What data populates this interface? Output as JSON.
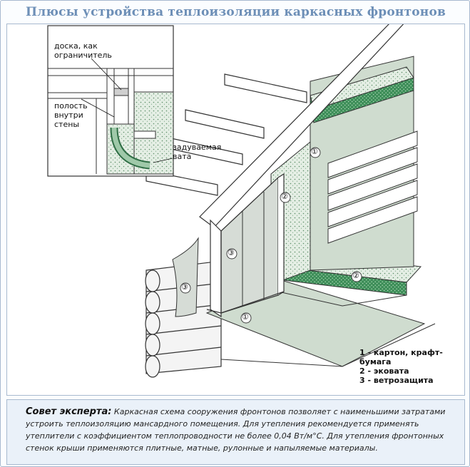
{
  "title": "Плюсы устройства теплоизоляции каркасных фронтонов",
  "inset_labels": {
    "board": "доска, как\nограничитель",
    "cavity": "полость\nвнутри\nстены",
    "blown": "задуваемая\nвата"
  },
  "markers": {
    "m1": "①",
    "m2": "②",
    "m3": "③"
  },
  "legend": {
    "item1": "1 - картон, крафт-\n      бумага",
    "item2": "2 - эковата",
    "item3": "3 - ветрозащита"
  },
  "expert": {
    "heading": "Совет эксперта:",
    "text": " Каркасная схема сооружения фронтонов позволяет с наименьшими затратами устроить теплоизоляцию мансардного помещения. Для утепления рекомендуется применять утеплители с коэффициентом теплопроводности не более 0,04 Вт/м°С. Для утепления фронтонных стенок крыши применяются плитные, матные, рулонные и напыляемые материалы."
  },
  "colors": {
    "title": "#6d8fb7",
    "insulation": "#3f8f5a",
    "membrane": "#cfdccf",
    "border": "#a7b9cf",
    "tip_bg": "#eaf1f9"
  }
}
